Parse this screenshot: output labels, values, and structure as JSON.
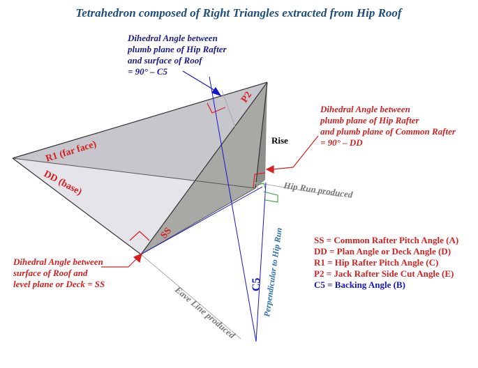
{
  "title": "Tetrahedron composed of Right Triangles extracted from Hip Roof",
  "annotations": {
    "backing": [
      "Dihedral Angle between",
      "plumb plane of Hip Rafter",
      "and surface of Roof",
      "= 90° – C5"
    ],
    "plumb": [
      "Dihedral Angle between",
      "plumb plane of Hip Rafter",
      "and plumb plane of Common Rafter",
      "= 90° – DD"
    ],
    "deck": [
      "Dihedral Angle between",
      "surface of Roof and",
      "level plane or Deck = SS"
    ]
  },
  "labels": {
    "r1": "R1 (far face)",
    "dd": "DD (base)",
    "ss": "SS",
    "p2": "P2",
    "rise": "Rise",
    "hip_run": "Hip Run produced",
    "eave": "Eave Line produced",
    "c5": "C5",
    "perp": "Perpendicular to Hip Run"
  },
  "legend": [
    {
      "text": "SS = Common Rafter Pitch Angle (A)",
      "color": "#d42020"
    },
    {
      "text": "DD = Plan Angle or Deck Angle (D)",
      "color": "#d42020"
    },
    {
      "text": "R1 = Hip Rafter Pitch Angle (C)",
      "color": "#d42020"
    },
    {
      "text": "P2 = Jack Rafter Side Cut Angle (E)",
      "color": "#d42020"
    },
    {
      "text": "C5 = Backing Angle (B)",
      "color": "#1515c8"
    }
  ],
  "colors": {
    "face_left": "#e6e6ec",
    "face_right": "#9a9a96",
    "face_top": "#cbcbd0",
    "red": "#d42020",
    "blue": "#1515c8",
    "green": "#2e9a2e"
  }
}
